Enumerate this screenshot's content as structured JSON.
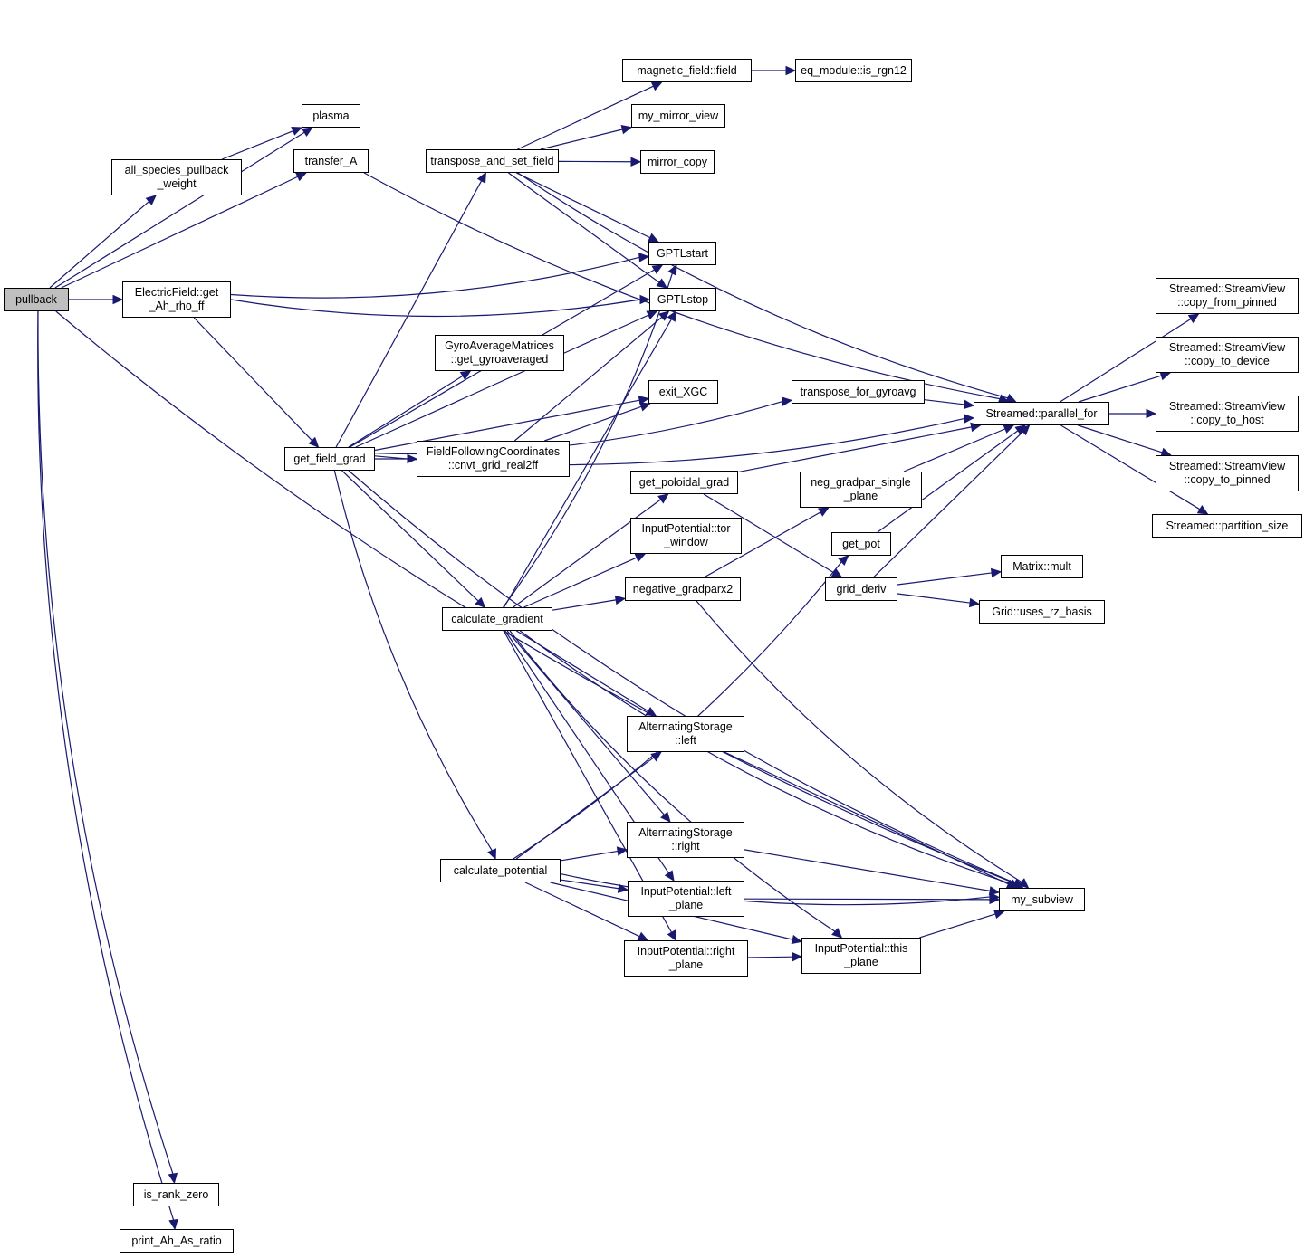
{
  "graph": {
    "root": "pullback",
    "colors": {
      "edge": "#191970",
      "node_border": "#000000",
      "root_fill": "#bfbfbf",
      "node_fill": "#ffffff"
    },
    "nodes": {
      "pullback": "pullback",
      "plasma": "plasma",
      "all_species_pullback_weight": "all_species_pullback\n_weight",
      "transfer_A": "transfer_A",
      "electricfield_get_ah_rho_ff": "ElectricField::get\n_Ah_rho_ff",
      "transpose_and_set_field": "transpose_and_set_field",
      "magnetic_field_field": "magnetic_field::field",
      "eq_module_is_rgn12": "eq_module::is_rgn12",
      "my_mirror_view": "my_mirror_view",
      "mirror_copy": "mirror_copy",
      "gptlstart": "GPTLstart",
      "gptlstop": "GPTLstop",
      "gyroaveragematrices_get_gyroaveraged": "GyroAverageMatrices\n::get_gyroaveraged",
      "exit_xgc": "exit_XGC",
      "transpose_for_gyroavg": "transpose_for_gyroavg",
      "get_field_grad": "get_field_grad",
      "fieldfollowingcoordinates_cnvt_grid_real2ff": "FieldFollowingCoordinates\n::cnvt_grid_real2ff",
      "get_poloidal_grad": "get_poloidal_grad",
      "neg_gradpar_single_plane": "neg_gradpar_single\n_plane",
      "inputpotential_tor_window": "InputPotential::tor\n_window",
      "get_pot": "get_pot",
      "negative_gradparx2": "negative_gradparx2",
      "grid_deriv": "grid_deriv",
      "calculate_gradient": "calculate_gradient",
      "streamed_parallel_for": "Streamed::parallel_for",
      "streamview_copy_from_pinned": "Streamed::StreamView\n::copy_from_pinned",
      "streamview_copy_to_device": "Streamed::StreamView\n::copy_to_device",
      "streamview_copy_to_host": "Streamed::StreamView\n::copy_to_host",
      "streamview_copy_to_pinned": "Streamed::StreamView\n::copy_to_pinned",
      "streamed_partition_size": "Streamed::partition_size",
      "matrix_mult": "Matrix::mult",
      "grid_uses_rz_basis": "Grid::uses_rz_basis",
      "alternatingstorage_left": "AlternatingStorage\n::left",
      "alternatingstorage_right": "AlternatingStorage\n::right",
      "calculate_potential": "calculate_potential",
      "inputpotential_left_plane": "InputPotential::left\n_plane",
      "inputpotential_right_plane": "InputPotential::right\n_plane",
      "inputpotential_this_plane": "InputPotential::this\n_plane",
      "my_subview": "my_subview",
      "is_rank_zero": "is_rank_zero",
      "print_ah_as_ratio": "print_Ah_As_ratio"
    },
    "edges": [
      [
        "pullback",
        "plasma"
      ],
      [
        "pullback",
        "all_species_pullback_weight"
      ],
      [
        "pullback",
        "transfer_A"
      ],
      [
        "pullback",
        "electricfield_get_ah_rho_ff"
      ],
      [
        "pullback",
        "my_subview"
      ],
      [
        "pullback",
        "is_rank_zero"
      ],
      [
        "pullback",
        "print_ah_as_ratio"
      ],
      [
        "all_species_pullback_weight",
        "plasma"
      ],
      [
        "transfer_A",
        "streamed_parallel_for"
      ],
      [
        "electricfield_get_ah_rho_ff",
        "gptlstart"
      ],
      [
        "electricfield_get_ah_rho_ff",
        "gptlstop"
      ],
      [
        "electricfield_get_ah_rho_ff",
        "get_field_grad"
      ],
      [
        "transpose_and_set_field",
        "magnetic_field_field"
      ],
      [
        "transpose_and_set_field",
        "my_mirror_view"
      ],
      [
        "transpose_and_set_field",
        "mirror_copy"
      ],
      [
        "transpose_and_set_field",
        "gptlstart"
      ],
      [
        "transpose_and_set_field",
        "gptlstop"
      ],
      [
        "transpose_and_set_field",
        "streamed_parallel_for"
      ],
      [
        "magnetic_field_field",
        "eq_module_is_rgn12"
      ],
      [
        "get_field_grad",
        "transpose_and_set_field"
      ],
      [
        "get_field_grad",
        "gptlstart"
      ],
      [
        "get_field_grad",
        "gptlstop"
      ],
      [
        "get_field_grad",
        "gyroaveragematrices_get_gyroaveraged"
      ],
      [
        "get_field_grad",
        "exit_xgc"
      ],
      [
        "get_field_grad",
        "fieldfollowingcoordinates_cnvt_grid_real2ff"
      ],
      [
        "get_field_grad",
        "transpose_for_gyroavg"
      ],
      [
        "get_field_grad",
        "streamed_parallel_for"
      ],
      [
        "get_field_grad",
        "calculate_gradient"
      ],
      [
        "get_field_grad",
        "calculate_potential"
      ],
      [
        "get_field_grad",
        "my_subview"
      ],
      [
        "fieldfollowingcoordinates_cnvt_grid_real2ff",
        "exit_xgc"
      ],
      [
        "fieldfollowingcoordinates_cnvt_grid_real2ff",
        "gptlstop"
      ],
      [
        "transpose_for_gyroavg",
        "streamed_parallel_for"
      ],
      [
        "calculate_gradient",
        "gptlstart"
      ],
      [
        "calculate_gradient",
        "gptlstop"
      ],
      [
        "calculate_gradient",
        "get_poloidal_grad"
      ],
      [
        "calculate_gradient",
        "inputpotential_tor_window"
      ],
      [
        "calculate_gradient",
        "negative_gradparx2"
      ],
      [
        "calculate_gradient",
        "alternatingstorage_left"
      ],
      [
        "calculate_gradient",
        "alternatingstorage_right"
      ],
      [
        "calculate_gradient",
        "inputpotential_left_plane"
      ],
      [
        "calculate_gradient",
        "inputpotential_right_plane"
      ],
      [
        "calculate_gradient",
        "inputpotential_this_plane"
      ],
      [
        "calculate_gradient",
        "my_subview"
      ],
      [
        "get_poloidal_grad",
        "streamed_parallel_for"
      ],
      [
        "get_poloidal_grad",
        "grid_deriv"
      ],
      [
        "negative_gradparx2",
        "neg_gradpar_single_plane"
      ],
      [
        "negative_gradparx2",
        "my_subview"
      ],
      [
        "neg_gradpar_single_plane",
        "streamed_parallel_for"
      ],
      [
        "get_pot",
        "streamed_parallel_for"
      ],
      [
        "grid_deriv",
        "streamed_parallel_for"
      ],
      [
        "grid_deriv",
        "matrix_mult"
      ],
      [
        "grid_deriv",
        "grid_uses_rz_basis"
      ],
      [
        "streamed_parallel_for",
        "streamview_copy_from_pinned"
      ],
      [
        "streamed_parallel_for",
        "streamview_copy_to_device"
      ],
      [
        "streamed_parallel_for",
        "streamview_copy_to_host"
      ],
      [
        "streamed_parallel_for",
        "streamview_copy_to_pinned"
      ],
      [
        "streamed_parallel_for",
        "streamed_partition_size"
      ],
      [
        "calculate_potential",
        "get_pot"
      ],
      [
        "calculate_potential",
        "alternatingstorage_left"
      ],
      [
        "calculate_potential",
        "alternatingstorage_right"
      ],
      [
        "calculate_potential",
        "inputpotential_left_plane"
      ],
      [
        "calculate_potential",
        "inputpotential_right_plane"
      ],
      [
        "calculate_potential",
        "inputpotential_this_plane"
      ],
      [
        "calculate_potential",
        "my_subview"
      ],
      [
        "alternatingstorage_left",
        "my_subview"
      ],
      [
        "alternatingstorage_right",
        "my_subview"
      ],
      [
        "inputpotential_left_plane",
        "my_subview"
      ],
      [
        "inputpotential_right_plane",
        "inputpotential_this_plane"
      ],
      [
        "inputpotential_this_plane",
        "my_subview"
      ]
    ]
  }
}
